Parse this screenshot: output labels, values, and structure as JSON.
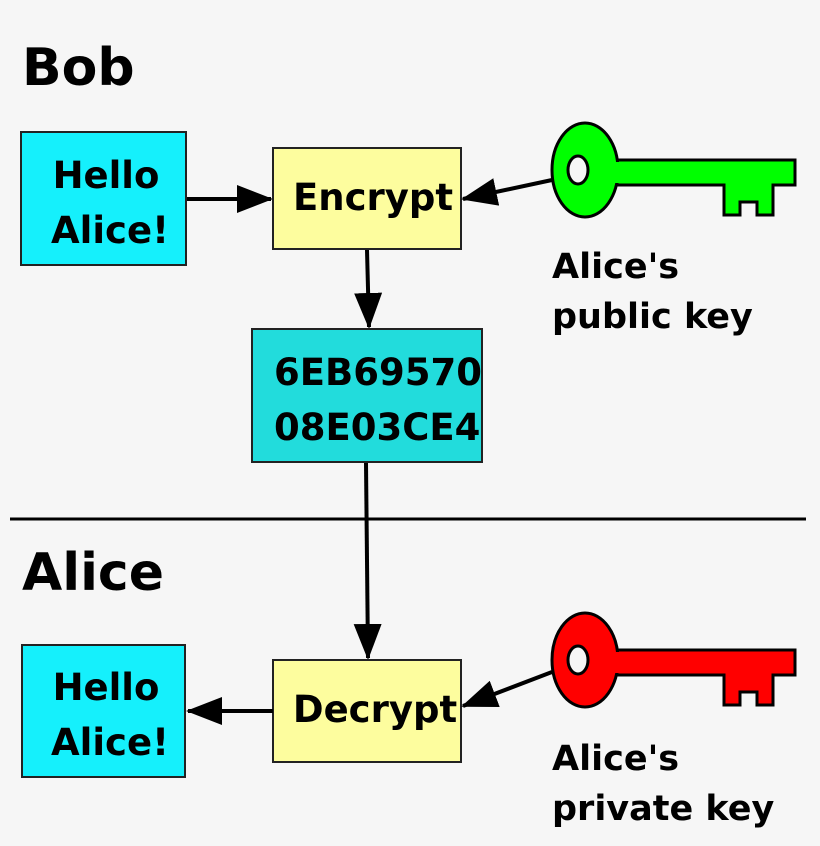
{
  "bob_section": {
    "heading": "Bob",
    "plaintext": {
      "line1": "Hello",
      "line2": "Alice!"
    },
    "encrypt_label": "Encrypt",
    "key_label": {
      "line1": "Alice's",
      "line2": "public key"
    },
    "ciphertext": {
      "line1": "6EB69570",
      "line2": "08E03CE4"
    }
  },
  "alice_section": {
    "heading": "Alice",
    "decrypt_label": "Decrypt",
    "plaintext": {
      "line1": "Hello",
      "line2": "Alice!"
    },
    "key_label": {
      "line1": "Alice's",
      "line2": "private key"
    }
  },
  "colors": {
    "plaintext_fill": "#15f0fc",
    "ciphertext_fill": "#22dcdc",
    "process_fill": "#fdfd9e",
    "public_key": "#00ff00",
    "private_key": "#ff0000"
  }
}
